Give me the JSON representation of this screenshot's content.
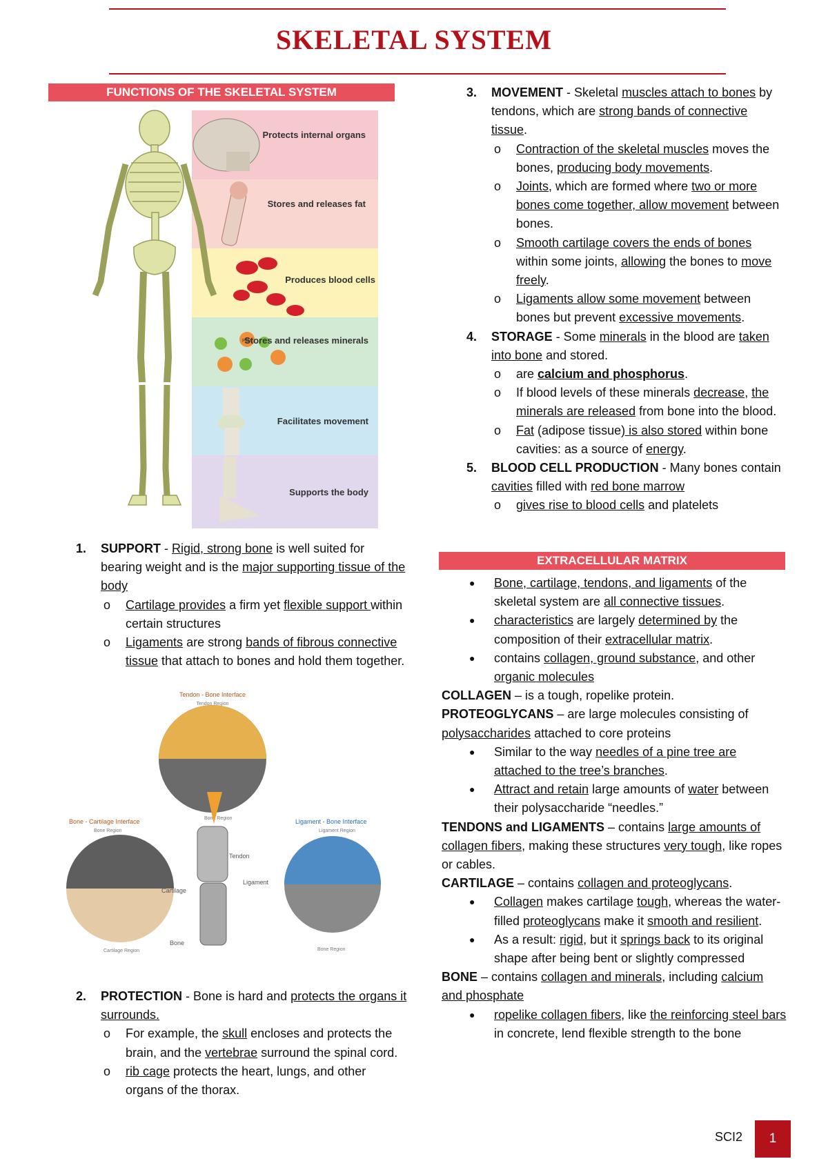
{
  "title": "SKELETAL SYSTEM",
  "left": {
    "banner": "FUNCTIONS OF THE SKELETAL SYSTEM",
    "functions_figure": {
      "labels": [
        "Protects internal organs",
        "Stores and releases fat",
        "Produces blood cells",
        "Stores and releases minerals",
        "Facilitates movement",
        "Supports the body"
      ],
      "mineral_tag": "PO4",
      "band_colors": [
        "#f6c9cf",
        "#f9d6d0",
        "#fdf3b9",
        "#d2ead3",
        "#cbe7f4",
        "#e2d8ee"
      ]
    },
    "support": {
      "num": "1.",
      "head": "SUPPORT",
      "t1": " - ",
      "u1": "Rigid, strong bone",
      "t2": " is well suited for bearing weight and is the ",
      "u2": "major supporting tissue of the body",
      "sub1_u1": "Cartilage provides",
      "sub1_t1": " a firm yet ",
      "sub1_u2": "flexible support ",
      "sub1_t2": "within certain structures",
      "sub2_u1": "Ligaments",
      "sub2_t1": " are strong ",
      "sub2_u2": "bands of fibrous connective tissue",
      "sub2_t2": " that attach to bones and hold them together."
    },
    "interface_figure": {
      "tendon_bone": "Tendon - Bone Interface",
      "tendon_region": "Tendon Region",
      "bone_region_top": "Bone Region",
      "bone_cartilage": "Bone - Cartilage Interface",
      "bone_region_left": "Bone Region",
      "cartilage_region": "Cartilage Region",
      "ligament_bone": "Ligament - Bone Interface",
      "ligament_region": "Ligament Region",
      "bone_region_right": "Bone Region",
      "tendon": "Tendon",
      "ligament": "Ligament",
      "cartilage": "Cartilage",
      "bone": "Bone"
    },
    "protection": {
      "num": "2.",
      "head": "PROTECTION",
      "t1": " - Bone is hard and ",
      "u1": "protects the organs it surrounds.",
      "sub1_t1": "For example, the ",
      "sub1_u1": "skull",
      "sub1_t2": " encloses and protects the brain, and the ",
      "sub1_u2": "vertebrae",
      "sub1_t3": " surround the spinal cord.",
      "sub2_u1": "rib cage",
      "sub2_t1": " protects the heart, lungs, and other organs of the thorax."
    }
  },
  "right": {
    "movement": {
      "num": "3.",
      "head": "MOVEMENT",
      "t1": " - Skeletal ",
      "u1": "muscles attach to bones",
      "t2": " by tendons, which are ",
      "u2": "strong bands of connective tissue",
      "t3": ".",
      "s1_u1": "Contraction of the skeletal muscles",
      "s1_t1": " moves the bones, ",
      "s1_u2": "producing body movements",
      "s1_t2": ".",
      "s2_u1": "Joints",
      "s2_t1": ", which are formed where ",
      "s2_u2": "two or more bones come together, allow movement",
      "s2_t2": " between bones.",
      "s3_u1": "Smooth cartilage covers the ends of bones",
      "s3_t1": " within some joints, ",
      "s3_u2": "allowing",
      "s3_t2": " the bones to ",
      "s3_u3": "move freely",
      "s3_t3": ".",
      "s4_u1": "Ligaments allow some movement",
      "s4_t1": " between bones but prevent ",
      "s4_u2": "excessive movements",
      "s4_t2": "."
    },
    "storage": {
      "num": "4.",
      "head": "STORAGE",
      "t1": " - Some ",
      "u1": "minerals",
      "t2": " in the blood are ",
      "u2": "taken into bone",
      "t3": " and stored.",
      "s1_t1": "are ",
      "s1_u1": "calcium and phosphorus",
      "s1_t2": ".",
      "s2_t1": "If blood levels of these minerals ",
      "s2_u1": "decrease",
      "s2_t2": ", ",
      "s2_u2": "the minerals are released",
      "s2_t3": " from bone into the blood.",
      "s3_u1": "Fat",
      "s3_t1": " (adipose tissue",
      "s3_u2": ") is also stored",
      "s3_t2": " within bone cavities: as a source of ",
      "s3_u3": "energy",
      "s3_t3": "."
    },
    "blood": {
      "num": "5.",
      "head": "BLOOD CELL PRODUCTION",
      "t1": " - Many bones contain ",
      "u1": "cavities",
      "t2": " filled with ",
      "u2": "red bone marrow",
      "s1_u1": "gives rise to blood cells",
      "s1_t1": " and platelets"
    },
    "banner": "EXTRACELLULAR MATRIX",
    "matrix": {
      "b1_u1": "Bone, cartilage, tendons, and ligaments",
      "b1_t1": " of the skeletal system are ",
      "b1_u2": "all connective tissues",
      "b1_t2": ".",
      "b2_u1": "characteristics",
      "b2_t1": " are largely ",
      "b2_u2": "determined by",
      "b2_t2": " the composition of their ",
      "b2_u3": "extracellular matrix",
      "b2_t3": ".",
      "b3_t1": "contains ",
      "b3_u1": "collagen, ground substance",
      "b3_t2": ", and other ",
      "b3_u2": "organic molecules",
      "collagen_h": "COLLAGEN",
      "collagen_t": " – is a tough, ropelike protein.",
      "proteo_h": "PROTEOGLYCANS",
      "proteo_t1": " – are large molecules consisting of ",
      "proteo_u1": "polysaccharides",
      "proteo_t2": " attached to core proteins",
      "p1_t1": "Similar to the way ",
      "p1_u1": "needles of a pine tree are attached to the tree’s branches",
      "p1_t2": ".",
      "p2_u1": "Attract and retain",
      "p2_t1": " large amounts of ",
      "p2_u2": "water",
      "p2_t2": " between their polysaccharide “needles.”",
      "tl_h": "TENDONS and LIGAMENTS",
      "tl_t1": " – contains ",
      "tl_u1": "large amounts of collagen fibers",
      "tl_t2": ", making these structures ",
      "tl_u2": "very tough",
      "tl_t3": ", like ropes or cables.",
      "cart_h": "CARTILAGE",
      "cart_t1": " – contains ",
      "cart_u1": "collagen and proteoglycans",
      "cart_t2": ".",
      "c1_u1": "Collagen",
      "c1_t1": " makes cartilage ",
      "c1_u2": "tough",
      "c1_t2": ", whereas the water-filled ",
      "c1_u3": "proteoglycans",
      "c1_t3": " make it ",
      "c1_u4": "smooth and resilient",
      "c1_t4": ".",
      "c2_t1": "As a result: ",
      "c2_u1": "rigid",
      "c2_t2": ", but it ",
      "c2_u2": "springs back",
      "c2_t3": " to its original shape after being bent or slightly compressed",
      "bone_h": "BONE",
      "bone_t1": " – contains ",
      "bone_u1": "collagen and minerals",
      "bone_t2": ", including ",
      "bone_u2": "calcium and phosphate",
      "bn1_u1": "ropelike collagen fibers",
      "bn1_t1": ", like ",
      "bn1_u2": "the reinforcing steel bars",
      "bn1_t2": " in concrete, lend flexible strength to the bone"
    }
  },
  "footer": {
    "label": "SCI2",
    "page": "1"
  }
}
